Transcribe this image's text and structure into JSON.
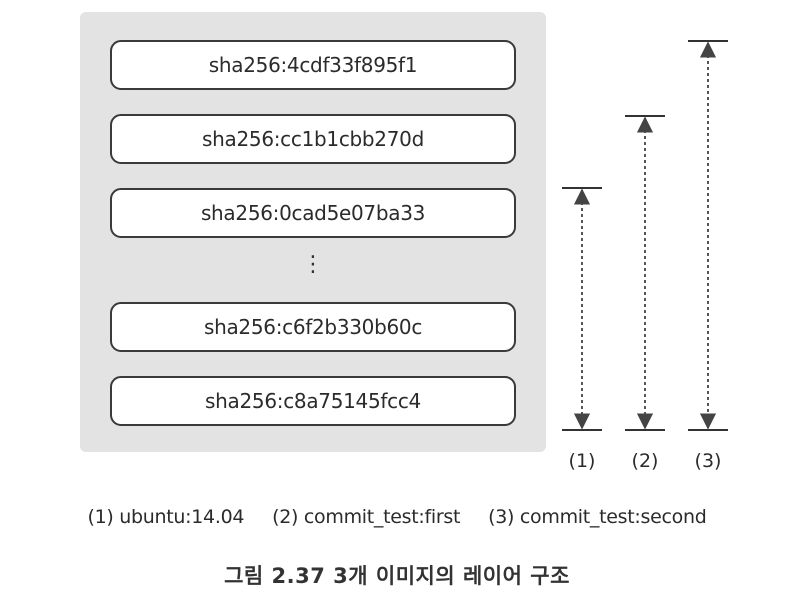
{
  "layers": [
    "sha256:4cdf33f895f1",
    "sha256:cc1b1cbb270d",
    "sha256:0cad5e07ba33",
    "sha256:c6f2b330b60c",
    "sha256:c8a75145fcc4"
  ],
  "ellipsis": "⋮",
  "ranges": [
    {
      "label": "(1)",
      "layers_covered": 3
    },
    {
      "label": "(2)",
      "layers_covered": 4
    },
    {
      "label": "(3)",
      "layers_covered": 5
    }
  ],
  "legend": [
    "(1) ubuntu:14.04",
    "(2) commit_test:first",
    "(3) commit_test:second"
  ],
  "caption": "그림 2.37 3개 이미지의 레이어 구조"
}
